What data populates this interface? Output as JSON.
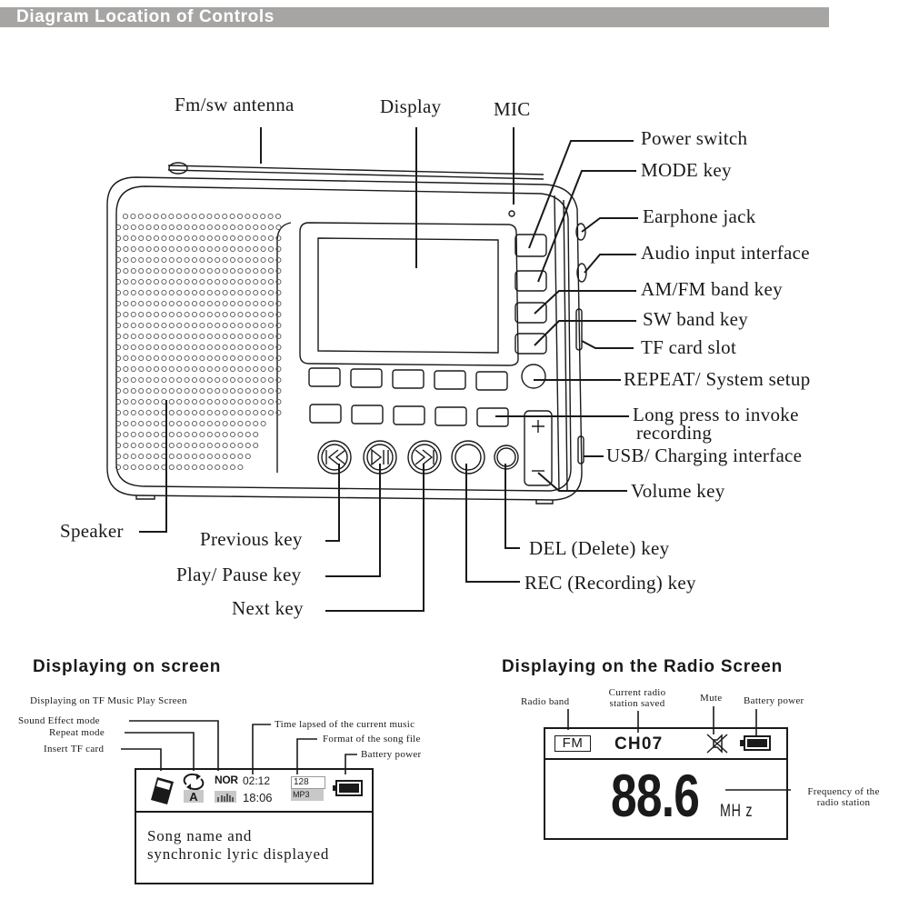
{
  "header": {
    "title": "Diagram Location of Controls",
    "bar_color": "#a7a5a3"
  },
  "device_labels": {
    "antenna": "Fm/sw antenna",
    "display": "Display",
    "mic": "MIC",
    "power_switch": "Power switch",
    "mode_key": "MODE key",
    "earphone_jack": "Earphone jack",
    "audio_input": "Audio input interface",
    "am_fm_band_key": "AM/FM band key",
    "sw_band_key": "SW band key",
    "tf_card_slot": "TF card slot",
    "repeat_setup": "REPEAT/ System setup",
    "long_press_line1": "Long press to invoke",
    "long_press_line2": "recording",
    "usb_charging": "USB/ Charging interface",
    "volume_key": "Volume key",
    "speaker": "Speaker",
    "previous_key": "Previous key",
    "play_pause_key": "Play/ Pause key",
    "next_key": "Next  key",
    "del_key": "DEL (Delete) key",
    "rec_key": "REC (Recording) key"
  },
  "music_screen": {
    "section_title": "Displaying on screen",
    "labels": {
      "tf_music_play": "Displaying on TF Music Play Screen",
      "sound_effect": "Sound Effect mode",
      "repeat_mode": "Repeat mode",
      "insert_tf": "Insert TF card",
      "time_lapsed": "Time lapsed of the current music",
      "format": "Format of the song file",
      "battery": "Battery power"
    },
    "values": {
      "repeat_letter": "A",
      "eq_mode": "NOR",
      "elapsed_time": "02:12",
      "clock_time": "18:06",
      "bitrate": "128",
      "file_format": "MP3"
    },
    "body_line1": "Song name and",
    "body_line2": "synchronic lyric displayed"
  },
  "radio_screen": {
    "section_title": "Displaying on the Radio Screen",
    "labels": {
      "radio_band": "Radio band",
      "station_saved_line1": "Current radio",
      "station_saved_line2": "station saved",
      "mute": "Mute",
      "battery": "Battery power",
      "frequency_line1": "Frequency of the",
      "frequency_line2": "radio station"
    },
    "values": {
      "band": "FM",
      "channel": "CH07",
      "frequency": "88.6",
      "unit": "MH z"
    }
  }
}
